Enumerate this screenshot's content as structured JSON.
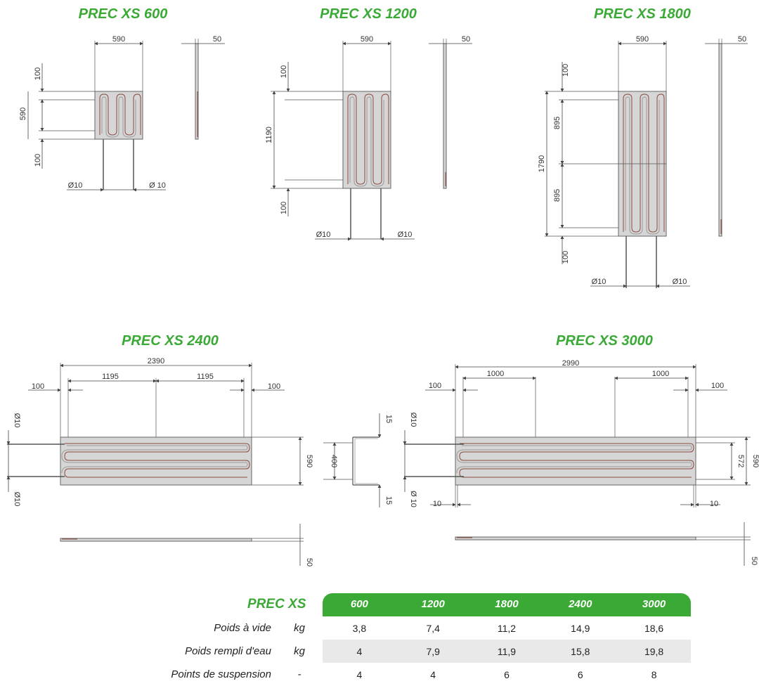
{
  "titles": {
    "m600": "PREC XS 600",
    "m1200": "PREC XS 1200",
    "m1800": "PREC XS 1800",
    "m2400": "PREC XS 2400",
    "m3000": "PREC XS 3000"
  },
  "dims": {
    "m600": {
      "width": "590",
      "thick": "50",
      "top": "100",
      "height": "590",
      "bottom": "100",
      "pipe_left": "Ø10",
      "pipe_right": "Ø 10"
    },
    "m1200": {
      "width": "590",
      "thick": "50",
      "top": "100",
      "height": "1190",
      "bottom": "100",
      "pipe_left": "Ø10",
      "pipe_right": "Ø10"
    },
    "m1800": {
      "width": "590",
      "thick": "50",
      "top": "100",
      "half_a": "895",
      "height": "1790",
      "half_b": "895",
      "bottom": "100",
      "pipe_left": "Ø10",
      "pipe_right": "Ø10"
    },
    "m2400": {
      "total": "2390",
      "left": "100",
      "half_a": "1195",
      "half_b": "1195",
      "right": "100",
      "pipe_top": "Ø10",
      "pipe_bottom": "Ø10",
      "height": "590",
      "thick": "50"
    },
    "bracket": {
      "top": "15",
      "mid": "400",
      "bottom": "15"
    },
    "m3000": {
      "total": "2990",
      "seg_a": "1000",
      "seg_b": "1000",
      "left": "100",
      "right": "100",
      "pipe_top": "Ø10",
      "pipe_bottom": "Ø 10",
      "inner": "572",
      "height": "590",
      "bl": "10",
      "br": "10",
      "thick": "50"
    }
  },
  "table": {
    "brand": "PREC XS",
    "columns": [
      "600",
      "1200",
      "1800",
      "2400",
      "3000"
    ],
    "rows": [
      {
        "label": "Poids à vide",
        "unit": "kg",
        "values": [
          "3,8",
          "7,4",
          "11,2",
          "14,9",
          "18,6"
        ]
      },
      {
        "label": "Poids rempli d'eau",
        "unit": "kg",
        "values": [
          "4",
          "7,9",
          "11,9",
          "15,8",
          "19,8"
        ]
      },
      {
        "label": "Points de suspension",
        "unit": "-",
        "values": [
          "4",
          "4",
          "6",
          "6",
          "8"
        ]
      }
    ]
  },
  "colors": {
    "accent": "#3aa935",
    "panel": "#d6d6d6",
    "coil": "#8b4a3e"
  }
}
